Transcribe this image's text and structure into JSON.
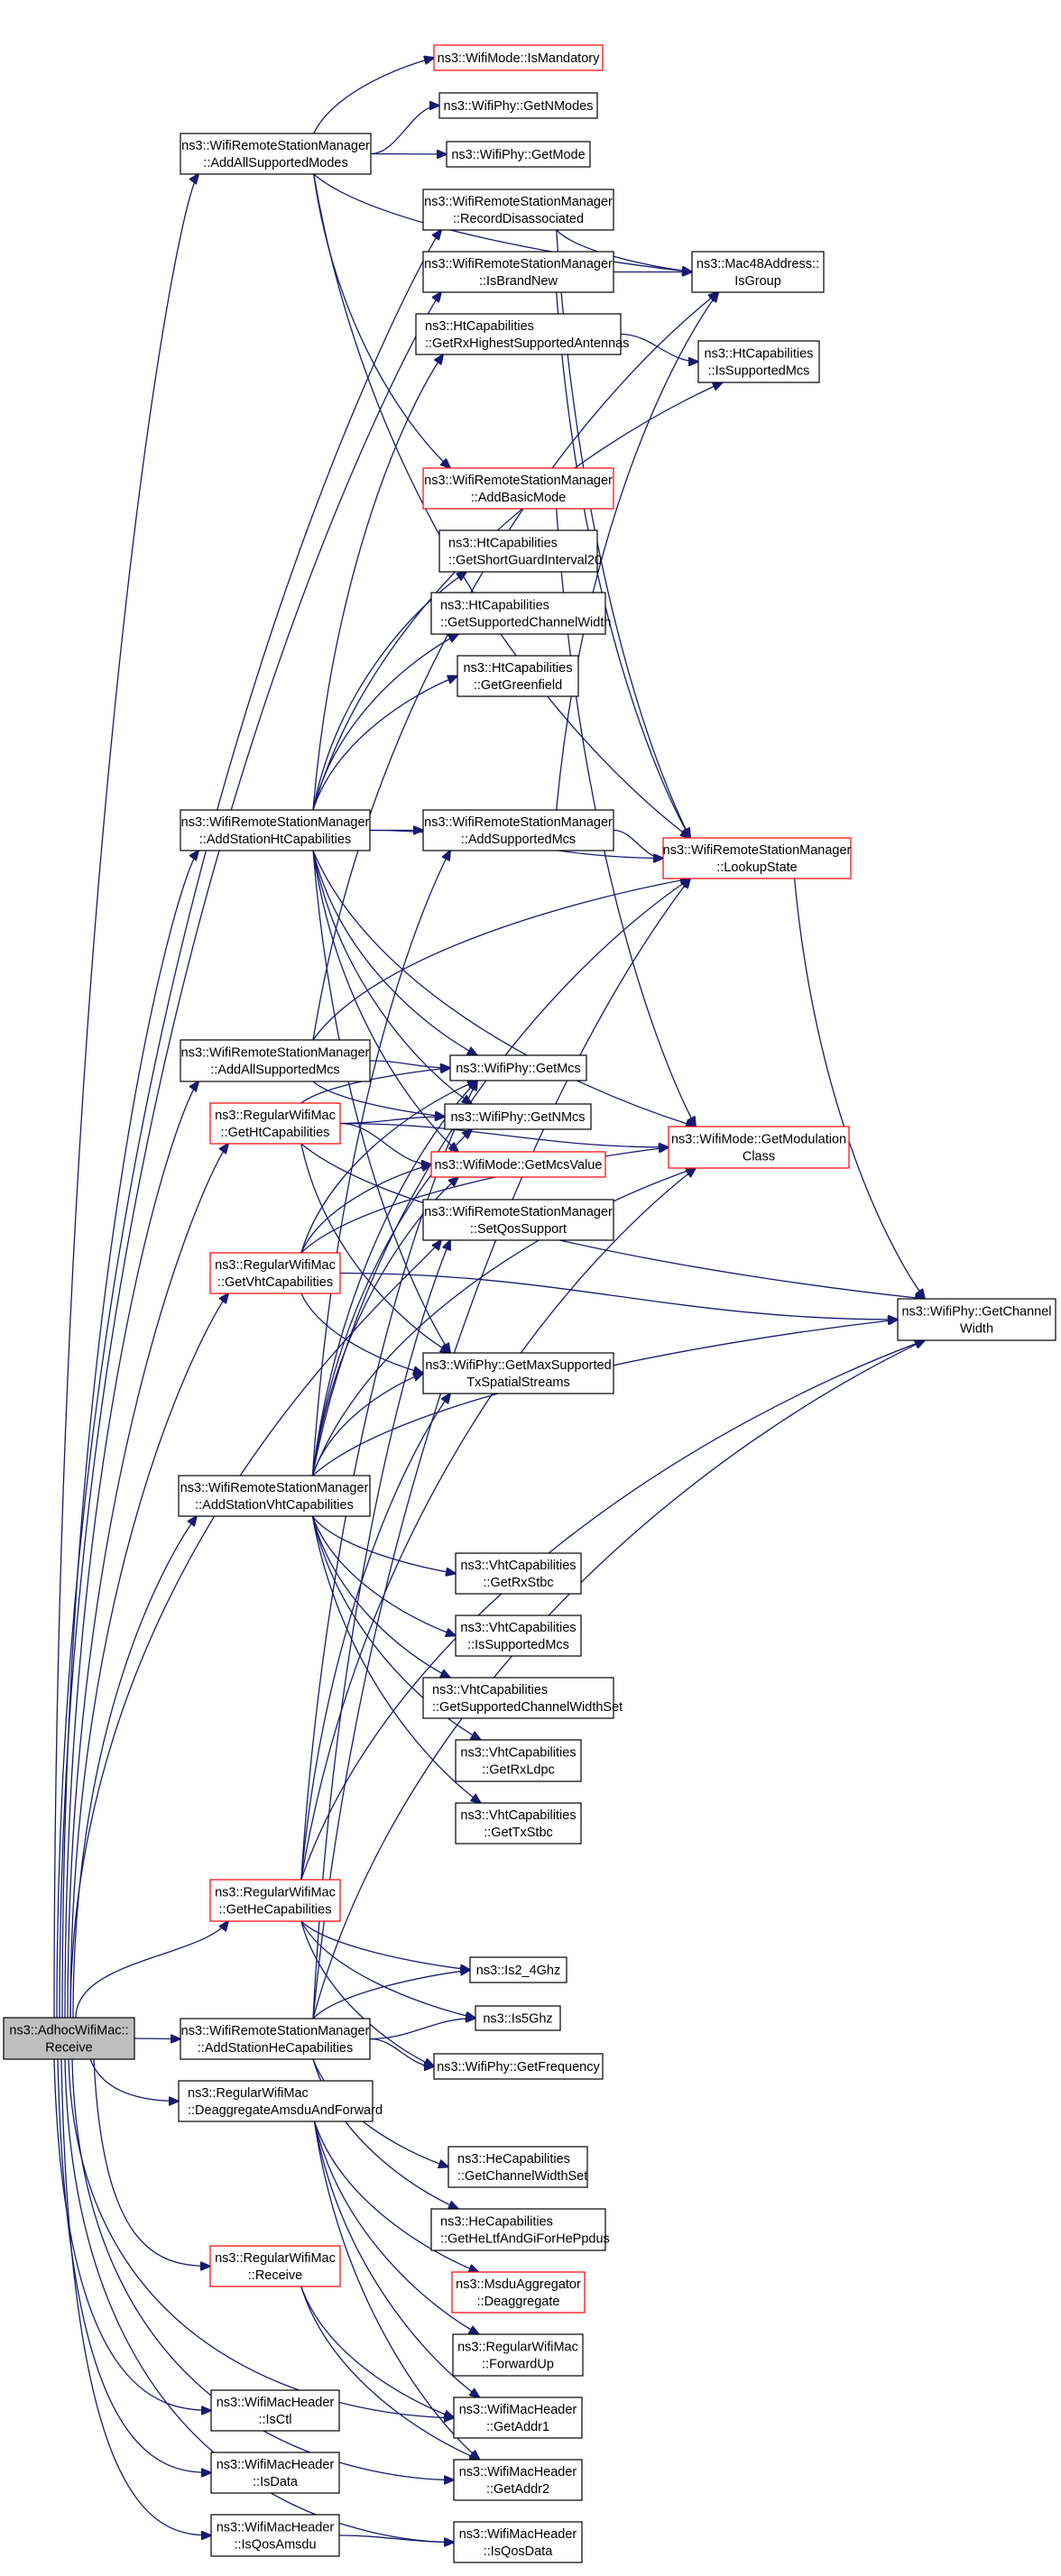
{
  "graph": {
    "title": "Call graph of ns3::AdhocWifiMac::Receive",
    "colors": {
      "edge": "#191970",
      "node_border": "#000000",
      "truncated_border": "#ff0000",
      "root_fill": "#bfbfbf"
    },
    "nodes": [
      {
        "id": "root",
        "lines": [
          "ns3::AdhocWifiMac::",
          "Receive"
        ],
        "style": "root"
      },
      {
        "id": "isMandatory",
        "lines": [
          "ns3::WifiMode::IsMandatory"
        ],
        "style": "red"
      },
      {
        "id": "getNModes",
        "lines": [
          "ns3::WifiPhy::GetNModes"
        ],
        "style": "normal"
      },
      {
        "id": "getMode",
        "lines": [
          "ns3::WifiPhy::GetMode"
        ],
        "style": "normal"
      },
      {
        "id": "addAllSupportedModes",
        "lines": [
          "ns3::WifiRemoteStationManager",
          "::AddAllSupportedModes"
        ],
        "style": "normal"
      },
      {
        "id": "recordDisassociated",
        "lines": [
          "ns3::WifiRemoteStationManager",
          "::RecordDisassociated"
        ],
        "style": "normal"
      },
      {
        "id": "isBrandNew",
        "lines": [
          "ns3::WifiRemoteStationManager",
          "::IsBrandNew"
        ],
        "style": "normal"
      },
      {
        "id": "isGroup",
        "lines": [
          "ns3::Mac48Address::",
          "IsGroup"
        ],
        "style": "normal"
      },
      {
        "id": "getRxHighestSupportedAntennas",
        "lines": [
          "ns3::HtCapabilities",
          "::GetRxHighestSupportedAntennas"
        ],
        "style": "normal",
        "align": "left"
      },
      {
        "id": "htIsSupportedMcs",
        "lines": [
          "ns3::HtCapabilities",
          "::IsSupportedMcs"
        ],
        "style": "normal"
      },
      {
        "id": "addBasicMode",
        "lines": [
          "ns3::WifiRemoteStationManager",
          "::AddBasicMode"
        ],
        "style": "red"
      },
      {
        "id": "getShortGuardInterval20",
        "lines": [
          "ns3::HtCapabilities",
          "::GetShortGuardInterval20"
        ],
        "style": "normal",
        "align": "left"
      },
      {
        "id": "getSupportedChannelWidth",
        "lines": [
          "ns3::HtCapabilities",
          "::GetSupportedChannelWidth"
        ],
        "style": "normal",
        "align": "left"
      },
      {
        "id": "getGreenfield",
        "lines": [
          "ns3::HtCapabilities",
          "::GetGreenfield"
        ],
        "style": "normal"
      },
      {
        "id": "addStationHtCapabilities",
        "lines": [
          "ns3::WifiRemoteStationManager",
          "::AddStationHtCapabilities"
        ],
        "style": "normal"
      },
      {
        "id": "addSupportedMcs",
        "lines": [
          "ns3::WifiRemoteStationManager",
          "::AddSupportedMcs"
        ],
        "style": "normal"
      },
      {
        "id": "lookupState",
        "lines": [
          "ns3::WifiRemoteStationManager",
          "::LookupState"
        ],
        "style": "red"
      },
      {
        "id": "addAllSupportedMcs",
        "lines": [
          "ns3::WifiRemoteStationManager",
          "::AddAllSupportedMcs"
        ],
        "style": "normal"
      },
      {
        "id": "getMcs",
        "lines": [
          "ns3::WifiPhy::GetMcs"
        ],
        "style": "normal"
      },
      {
        "id": "getHtCapabilities",
        "lines": [
          "ns3::RegularWifiMac",
          "::GetHtCapabilities"
        ],
        "style": "red"
      },
      {
        "id": "getNMcs",
        "lines": [
          "ns3::WifiPhy::GetNMcs"
        ],
        "style": "normal"
      },
      {
        "id": "getModulationClass",
        "lines": [
          "ns3::WifiMode::GetModulation",
          "Class"
        ],
        "style": "red"
      },
      {
        "id": "getMcsValue",
        "lines": [
          "ns3::WifiMode::GetMcsValue"
        ],
        "style": "red"
      },
      {
        "id": "setQosSupport",
        "lines": [
          "ns3::WifiRemoteStationManager",
          "::SetQosSupport"
        ],
        "style": "normal"
      },
      {
        "id": "getVhtCapabilities",
        "lines": [
          "ns3::RegularWifiMac",
          "::GetVhtCapabilities"
        ],
        "style": "red"
      },
      {
        "id": "getChannelWidth",
        "lines": [
          "ns3::WifiPhy::GetChannel",
          "Width"
        ],
        "style": "normal"
      },
      {
        "id": "getMaxSupportedTxSpatialStreams",
        "lines": [
          "ns3::WifiPhy::GetMaxSupported",
          "TxSpatialStreams"
        ],
        "style": "normal"
      },
      {
        "id": "addStationVhtCapabilities",
        "lines": [
          "ns3::WifiRemoteStationManager",
          "::AddStationVhtCapabilities"
        ],
        "style": "normal"
      },
      {
        "id": "getRxStbc",
        "lines": [
          "ns3::VhtCapabilities",
          "::GetRxStbc"
        ],
        "style": "normal"
      },
      {
        "id": "vhtIsSupportedMcs",
        "lines": [
          "ns3::VhtCapabilities",
          "::IsSupportedMcs"
        ],
        "style": "normal"
      },
      {
        "id": "getSupportedChannelWidthSet",
        "lines": [
          "ns3::VhtCapabilities",
          "::GetSupportedChannelWidthSet"
        ],
        "style": "normal",
        "align": "left"
      },
      {
        "id": "getRxLdpc",
        "lines": [
          "ns3::VhtCapabilities",
          "::GetRxLdpc"
        ],
        "style": "normal"
      },
      {
        "id": "getTxStbc",
        "lines": [
          "ns3::VhtCapabilities",
          "::GetTxStbc"
        ],
        "style": "normal"
      },
      {
        "id": "getHeCapabilities",
        "lines": [
          "ns3::RegularWifiMac",
          "::GetHeCapabilities"
        ],
        "style": "red"
      },
      {
        "id": "is2_4Ghz",
        "lines": [
          "ns3::Is2_4Ghz"
        ],
        "style": "normal"
      },
      {
        "id": "is5Ghz",
        "lines": [
          "ns3::Is5Ghz"
        ],
        "style": "normal"
      },
      {
        "id": "addStationHeCapabilities",
        "lines": [
          "ns3::WifiRemoteStationManager",
          "::AddStationHeCapabilities"
        ],
        "style": "normal"
      },
      {
        "id": "getFrequency",
        "lines": [
          "ns3::WifiPhy::GetFrequency"
        ],
        "style": "normal"
      },
      {
        "id": "deaggregateAmsduAndForward",
        "lines": [
          "ns3::RegularWifiMac",
          "::DeaggregateAmsduAndForward"
        ],
        "style": "normal",
        "align": "left"
      },
      {
        "id": "getChannelWidthSet",
        "lines": [
          "ns3::HeCapabilities",
          "::GetChannelWidthSet"
        ],
        "style": "normal",
        "align": "left"
      },
      {
        "id": "getHeLtfAndGiForHePpdus",
        "lines": [
          "ns3::HeCapabilities",
          "::GetHeLtfAndGiForHePpdus"
        ],
        "style": "normal",
        "align": "left"
      },
      {
        "id": "regularReceive",
        "lines": [
          "ns3::RegularWifiMac",
          "::Receive"
        ],
        "style": "red"
      },
      {
        "id": "deaggregate",
        "lines": [
          "ns3::MsduAggregator",
          "::Deaggregate"
        ],
        "style": "red"
      },
      {
        "id": "forwardUp",
        "lines": [
          "ns3::RegularWifiMac",
          "::ForwardUp"
        ],
        "style": "normal"
      },
      {
        "id": "isCtl",
        "lines": [
          "ns3::WifiMacHeader",
          "::IsCtl"
        ],
        "style": "normal"
      },
      {
        "id": "getAddr1",
        "lines": [
          "ns3::WifiMacHeader",
          "::GetAddr1"
        ],
        "style": "normal"
      },
      {
        "id": "isData",
        "lines": [
          "ns3::WifiMacHeader",
          "::IsData"
        ],
        "style": "normal"
      },
      {
        "id": "getAddr2",
        "lines": [
          "ns3::WifiMacHeader",
          "::GetAddr2"
        ],
        "style": "normal"
      },
      {
        "id": "isQosAmsdu",
        "lines": [
          "ns3::WifiMacHeader",
          "::IsQosAmsdu"
        ],
        "style": "normal"
      },
      {
        "id": "isQosData",
        "lines": [
          "ns3::WifiMacHeader",
          "::IsQosData"
        ],
        "style": "normal"
      }
    ],
    "edges": [
      [
        "root",
        "addAllSupportedModes"
      ],
      [
        "root",
        "recordDisassociated"
      ],
      [
        "root",
        "isBrandNew"
      ],
      [
        "root",
        "addStationHtCapabilities"
      ],
      [
        "root",
        "addAllSupportedMcs"
      ],
      [
        "root",
        "getHtCapabilities"
      ],
      [
        "root",
        "getVhtCapabilities"
      ],
      [
        "root",
        "addStationVhtCapabilities"
      ],
      [
        "root",
        "getHeCapabilities"
      ],
      [
        "root",
        "addStationHeCapabilities"
      ],
      [
        "root",
        "deaggregateAmsduAndForward"
      ],
      [
        "root",
        "regularReceive"
      ],
      [
        "root",
        "isCtl"
      ],
      [
        "root",
        "isData"
      ],
      [
        "root",
        "isQosAmsdu"
      ],
      [
        "root",
        "isQosData"
      ],
      [
        "root",
        "getAddr1"
      ],
      [
        "root",
        "getAddr2"
      ],
      [
        "root",
        "setQosSupport"
      ],
      [
        "addAllSupportedModes",
        "isMandatory"
      ],
      [
        "addAllSupportedModes",
        "getNModes"
      ],
      [
        "addAllSupportedModes",
        "getMode"
      ],
      [
        "addAllSupportedModes",
        "isGroup"
      ],
      [
        "addAllSupportedModes",
        "addBasicMode"
      ],
      [
        "addAllSupportedModes",
        "lookupState"
      ],
      [
        "recordDisassociated",
        "isGroup"
      ],
      [
        "recordDisassociated",
        "lookupState"
      ],
      [
        "isBrandNew",
        "isGroup"
      ],
      [
        "isBrandNew",
        "lookupState"
      ],
      [
        "getRxHighestSupportedAntennas",
        "htIsSupportedMcs"
      ],
      [
        "addBasicMode",
        "getModulationClass"
      ],
      [
        "addStationHtCapabilities",
        "getRxHighestSupportedAntennas"
      ],
      [
        "addStationHtCapabilities",
        "htIsSupportedMcs"
      ],
      [
        "addStationHtCapabilities",
        "getShortGuardInterval20"
      ],
      [
        "addStationHtCapabilities",
        "getSupportedChannelWidth"
      ],
      [
        "addStationHtCapabilities",
        "getGreenfield"
      ],
      [
        "addStationHtCapabilities",
        "addSupportedMcs"
      ],
      [
        "addStationHtCapabilities",
        "lookupState"
      ],
      [
        "addStationHtCapabilities",
        "getMcs"
      ],
      [
        "addStationHtCapabilities",
        "getNMcs"
      ],
      [
        "addStationHtCapabilities",
        "getMcsValue"
      ],
      [
        "addStationHtCapabilities",
        "getModulationClass"
      ],
      [
        "addStationHtCapabilities",
        "getMaxSupportedTxSpatialStreams"
      ],
      [
        "addSupportedMcs",
        "lookupState"
      ],
      [
        "addSupportedMcs",
        "isGroup"
      ],
      [
        "addAllSupportedMcs",
        "getMcs"
      ],
      [
        "addAllSupportedMcs",
        "getNMcs"
      ],
      [
        "addAllSupportedMcs",
        "lookupState"
      ],
      [
        "addAllSupportedMcs",
        "isGroup"
      ],
      [
        "getHtCapabilities",
        "getMcs"
      ],
      [
        "getHtCapabilities",
        "getNMcs"
      ],
      [
        "getHtCapabilities",
        "getMcsValue"
      ],
      [
        "getHtCapabilities",
        "getMaxSupportedTxSpatialStreams"
      ],
      [
        "getHtCapabilities",
        "getModulationClass"
      ],
      [
        "getHtCapabilities",
        "getChannelWidth"
      ],
      [
        "getVhtCapabilities",
        "getMcs"
      ],
      [
        "getVhtCapabilities",
        "getMcsValue"
      ],
      [
        "getVhtCapabilities",
        "getMaxSupportedTxSpatialStreams"
      ],
      [
        "getVhtCapabilities",
        "getModulationClass"
      ],
      [
        "getVhtCapabilities",
        "getChannelWidth"
      ],
      [
        "addStationVhtCapabilities",
        "getRxStbc"
      ],
      [
        "addStationVhtCapabilities",
        "vhtIsSupportedMcs"
      ],
      [
        "addStationVhtCapabilities",
        "getSupportedChannelWidthSet"
      ],
      [
        "addStationVhtCapabilities",
        "getRxLdpc"
      ],
      [
        "addStationVhtCapabilities",
        "getTxStbc"
      ],
      [
        "addStationVhtCapabilities",
        "getMaxSupportedTxSpatialStreams"
      ],
      [
        "addStationVhtCapabilities",
        "getChannelWidth"
      ],
      [
        "addStationVhtCapabilities",
        "lookupState"
      ],
      [
        "addStationVhtCapabilities",
        "getModulationClass"
      ],
      [
        "addStationVhtCapabilities",
        "getMcs"
      ],
      [
        "addStationVhtCapabilities",
        "getNMcs"
      ],
      [
        "addStationVhtCapabilities",
        "getMcsValue"
      ],
      [
        "addStationVhtCapabilities",
        "addSupportedMcs"
      ],
      [
        "getHeCapabilities",
        "is2_4Ghz"
      ],
      [
        "getHeCapabilities",
        "is5Ghz"
      ],
      [
        "getHeCapabilities",
        "getFrequency"
      ],
      [
        "getHeCapabilities",
        "getChannelWidth"
      ],
      [
        "getHeCapabilities",
        "getModulationClass"
      ],
      [
        "getHeCapabilities",
        "getMcs"
      ],
      [
        "getHeCapabilities",
        "getMaxSupportedTxSpatialStreams"
      ],
      [
        "addStationHeCapabilities",
        "is2_4Ghz"
      ],
      [
        "addStationHeCapabilities",
        "is5Ghz"
      ],
      [
        "addStationHeCapabilities",
        "getFrequency"
      ],
      [
        "addStationHeCapabilities",
        "getChannelWidthSet"
      ],
      [
        "addStationHeCapabilities",
        "getHeLtfAndGiForHePpdus"
      ],
      [
        "addStationHeCapabilities",
        "getChannelWidth"
      ],
      [
        "addStationHeCapabilities",
        "lookupState"
      ],
      [
        "addStationHeCapabilities",
        "setQosSupport"
      ],
      [
        "deaggregateAmsduAndForward",
        "deaggregate"
      ],
      [
        "deaggregateAmsduAndForward",
        "forwardUp"
      ],
      [
        "deaggregateAmsduAndForward",
        "getAddr1"
      ],
      [
        "deaggregateAmsduAndForward",
        "getAddr2"
      ],
      [
        "regularReceive",
        "getAddr1"
      ],
      [
        "regularReceive",
        "getAddr2"
      ],
      [
        "isQosAmsdu",
        "isQosData"
      ],
      [
        "lookupState",
        "getChannelWidth"
      ]
    ]
  }
}
